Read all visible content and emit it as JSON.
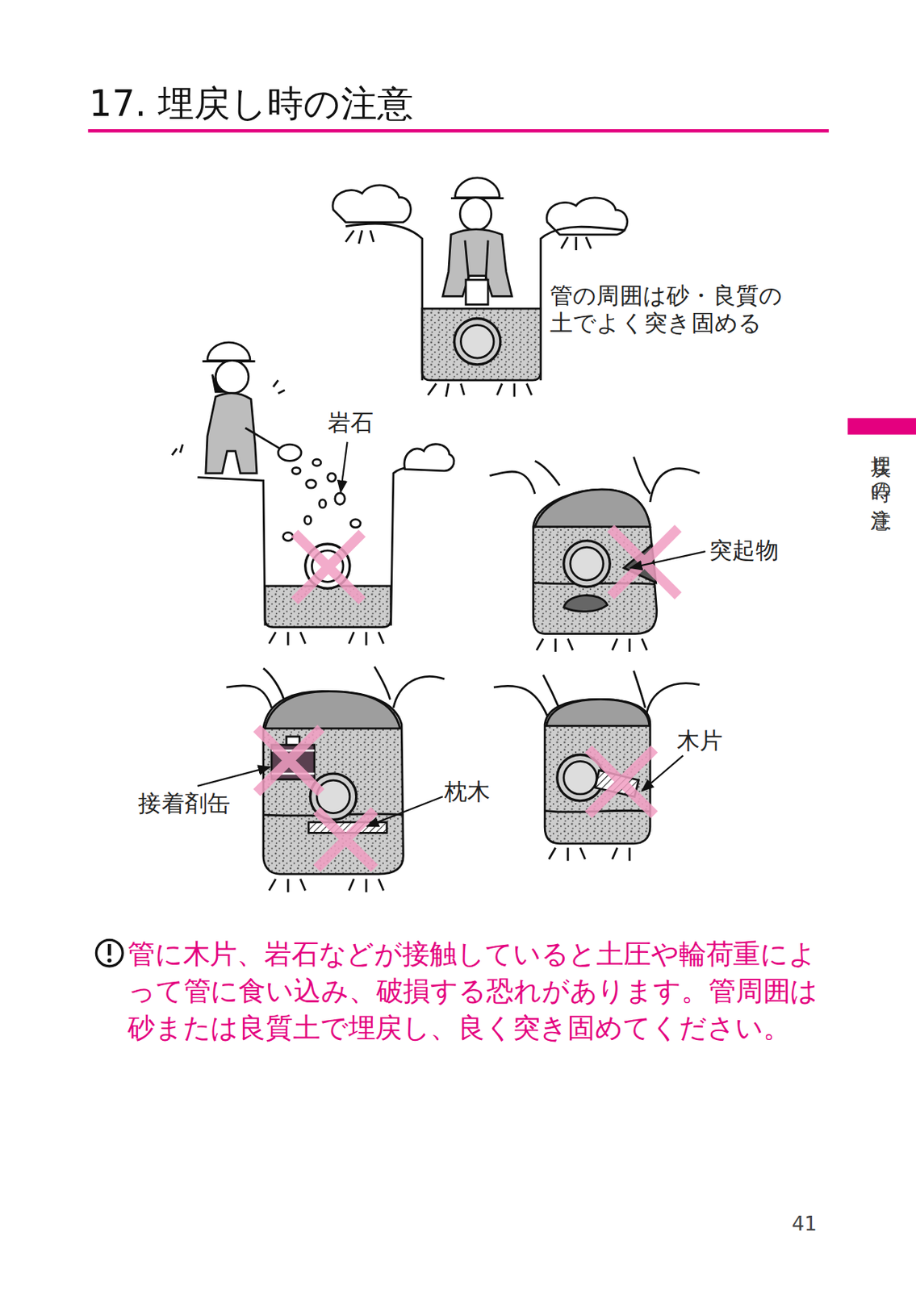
{
  "diagram": {
    "title": "17. 埋戻し時の注意",
    "labels": [
      "管の周囲は砂・良質の土でよく突き固める",
      "岩石",
      "突起物",
      "接着剤缶",
      "枕木",
      "木片",
      "管に木片、岩石などが接触していると土圧や輪荷重によって管に食い込み、破損する恐れがあります。管周囲は砂または良質土で埋戻し、良く突き固めてください。",
      "埋戻し時の注意",
      "41"
    ]
  }
}
